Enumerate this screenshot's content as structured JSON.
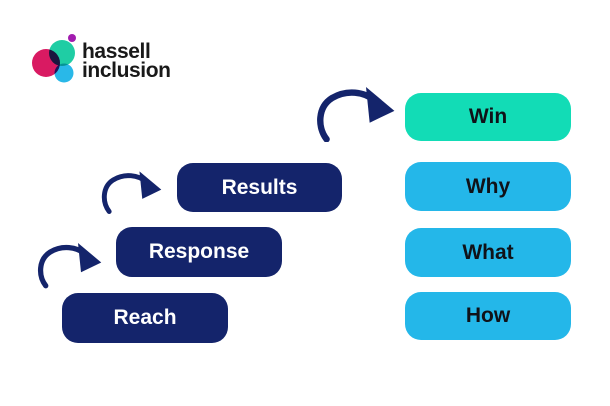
{
  "logo": {
    "name": "hassell inclusion",
    "line1": "hassell",
    "line2": "inclusion",
    "colors": {
      "teal_circle": "#1FCDA4",
      "pink_circle": "#D91A62",
      "blue_circle": "#29B8E8",
      "purple_dot": "#A21CAF",
      "text": "#191919"
    }
  },
  "diagram": {
    "steps": [
      {
        "label": "Reach"
      },
      {
        "label": "Response"
      },
      {
        "label": "Results"
      }
    ],
    "outcome": {
      "label": "Win"
    },
    "questions": [
      {
        "label": "Why"
      },
      {
        "label": "What"
      },
      {
        "label": "How"
      }
    ],
    "colors": {
      "step_navy": "#14246B",
      "arrow_navy": "#14246B",
      "outcome_teal": "#12DCB6",
      "question_blue": "#24B7E9",
      "step_text": "#FFFFFF",
      "right_text": "#101218"
    }
  }
}
